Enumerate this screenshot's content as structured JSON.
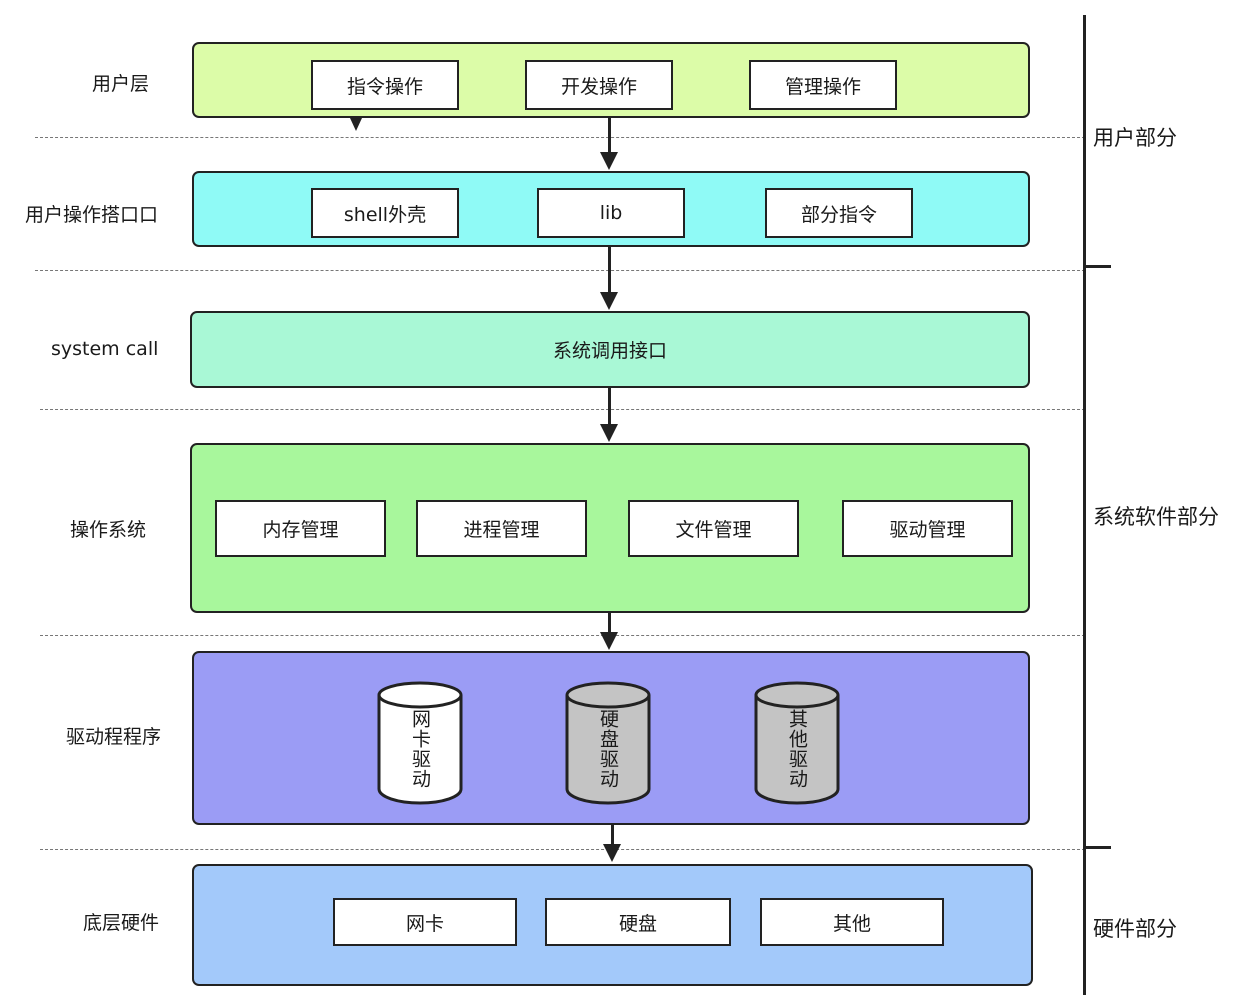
{
  "layers": {
    "user": {
      "label": "用户层",
      "boxes": [
        "指令操作",
        "开发操作",
        "管理操作"
      ]
    },
    "user_interface": {
      "label": "用户操作搭口口",
      "boxes": [
        "shell外壳",
        "lib",
        "部分指令"
      ]
    },
    "system_call": {
      "label": "system call",
      "content": "系统调用接口"
    },
    "os": {
      "label": "操作系统",
      "boxes": [
        "内存管理",
        "进程管理",
        "文件管理",
        "驱动管理"
      ]
    },
    "drivers": {
      "label": "驱动程程序",
      "cylinders": [
        "网卡驱动",
        "硬盘驱动",
        "其他驱动"
      ]
    },
    "hardware": {
      "label": "底层硬件",
      "boxes": [
        "网卡",
        "硬盘",
        "其他"
      ]
    }
  },
  "sections": {
    "user_part": "用户部分",
    "system_software_part": "系统软件部分",
    "hardware_part": "硬件部分"
  },
  "colors": {
    "user_layer": "#dcfca8",
    "user_interface_layer": "#8ffaf6",
    "system_call_layer": "#a9f8d6",
    "os_layer": "#a8f79c",
    "drivers_layer": "#9b9cf5",
    "hardware_layer": "#a3c9fa",
    "cylinder_white": "#ffffff",
    "cylinder_gray": "#c4c4c4"
  }
}
